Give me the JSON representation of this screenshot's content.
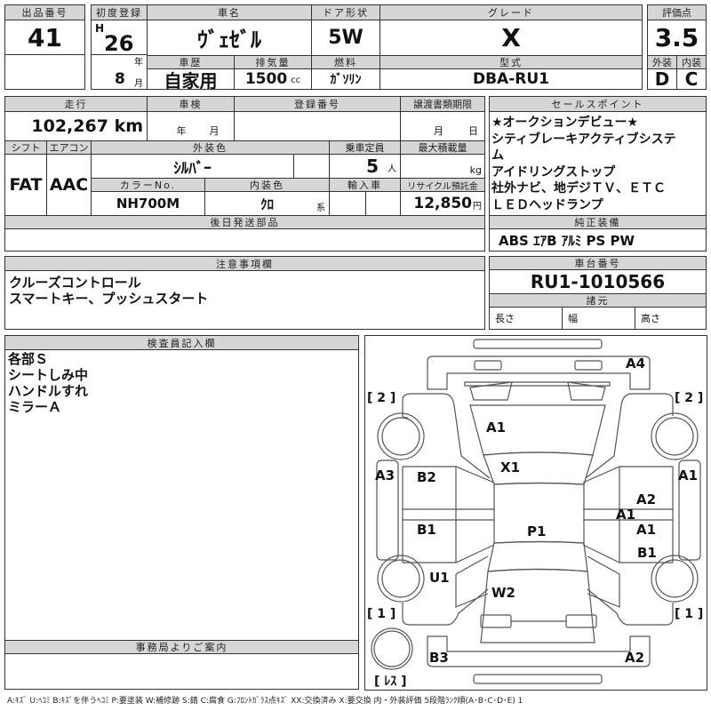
{
  "lot": {
    "label": "出品番号",
    "value": "41"
  },
  "top": {
    "first_reg_label": "初度登録",
    "era": "H",
    "year": "26",
    "year_unit": "年",
    "month": "8",
    "month_unit": "月",
    "car_name_label": "車名",
    "car_name": "ｳﾞｪｾﾞﾙ",
    "door_label": "ドア形状",
    "door": "5W",
    "grade_label": "グレード",
    "grade": "X",
    "history_label": "車歴",
    "history": "自家用",
    "displacement_label": "排気量",
    "displacement": "1500",
    "displacement_unit": "cc",
    "fuel_label": "燃料",
    "fuel": "ｶﾞｿﾘﾝ",
    "model_label": "型式",
    "model": "DBA-RU1"
  },
  "score": {
    "label": "評価点",
    "value": "3.5",
    "exterior_label": "外装",
    "interior_label": "内装",
    "exterior": "D",
    "interior": "C"
  },
  "mid": {
    "mileage_label": "走行",
    "mileage": "102,267",
    "mileage_unit": "km",
    "inspection_label": "車検",
    "inspection_year_unit": "年",
    "inspection_month_unit": "月",
    "reg_no_label": "登録番号",
    "transfer_label": "譲渡書類期限",
    "transfer_month_unit": "月",
    "transfer_day_unit": "日",
    "shift_label": "シフト",
    "shift": "FAT",
    "ac_label": "エアコン",
    "ac": "AAC",
    "ext_color_label": "外装色",
    "ext_color": "ｼﾙﾊﾞｰ",
    "capacity_label": "乗車定員",
    "capacity": "5",
    "capacity_unit": "人",
    "max_load_label": "最大積載量",
    "max_load_unit": "kg",
    "color_no_label": "カラーNo.",
    "color_no": "NH700M",
    "int_color_label": "内装色",
    "int_color": "ｸﾛ",
    "int_color_unit": "系",
    "import_label": "輸入車",
    "recycle_label": "リサイクル預託金",
    "recycle": "12,850",
    "recycle_unit": "円",
    "later_parts_label": "後日発送部品"
  },
  "sales": {
    "label": "セールスポイント",
    "lines": [
      "★オークションデビュー★",
      "シティブレーキアクティブシステ",
      "ム",
      "アイドリングストップ",
      "社外ナビ、地デジＴＶ、ＥＴＣ",
      "ＬＥＤヘッドランプ"
    ]
  },
  "equipment": {
    "label": "純正装備",
    "value": "ABS ｴｱB ｱﾙﾐ PS PW"
  },
  "notes": {
    "label": "注意事項欄",
    "lines": [
      "クルーズコントロール",
      "スマートキー、プッシュスタート"
    ]
  },
  "chassis": {
    "label": "車台番号",
    "value": "RU1-1010566",
    "spec_label": "諸元",
    "length_label": "長さ",
    "width_label": "幅",
    "height_label": "高さ"
  },
  "inspector": {
    "label": "検査員記入欄",
    "lines": [
      "各部Ｓ",
      "シートしみ中",
      "ハンドルすれ",
      "ミラーＡ"
    ]
  },
  "office": {
    "label": "事務局よりご案内"
  },
  "diagram": {
    "brackets": [
      "[ 2 ]",
      "[ 2 ]",
      "[ 1 ]",
      "[ 1 ]",
      "[ ﾚｽ ]"
    ],
    "marks": [
      "A4",
      "A1",
      "X1",
      "A3",
      "B2",
      "B1",
      "P1",
      "A2",
      "A1",
      "A1",
      "A1",
      "B1",
      "U1",
      "W2",
      "B3",
      "A2"
    ]
  },
  "legend": "A:ｷｽﾞ U:ﾍｺﾐ B:ｷｽﾞを伴うﾍｺﾐ P:要塗装 W:補修跡 S:錆 C:腐食 G:ﾌﾛﾝﾄｶﾞﾗｽ点ｷｽﾞ XX:交換済み X:要交換 内・外装評価 5段階ﾗﾝｸ順(A･B･C･D･E) 1"
}
